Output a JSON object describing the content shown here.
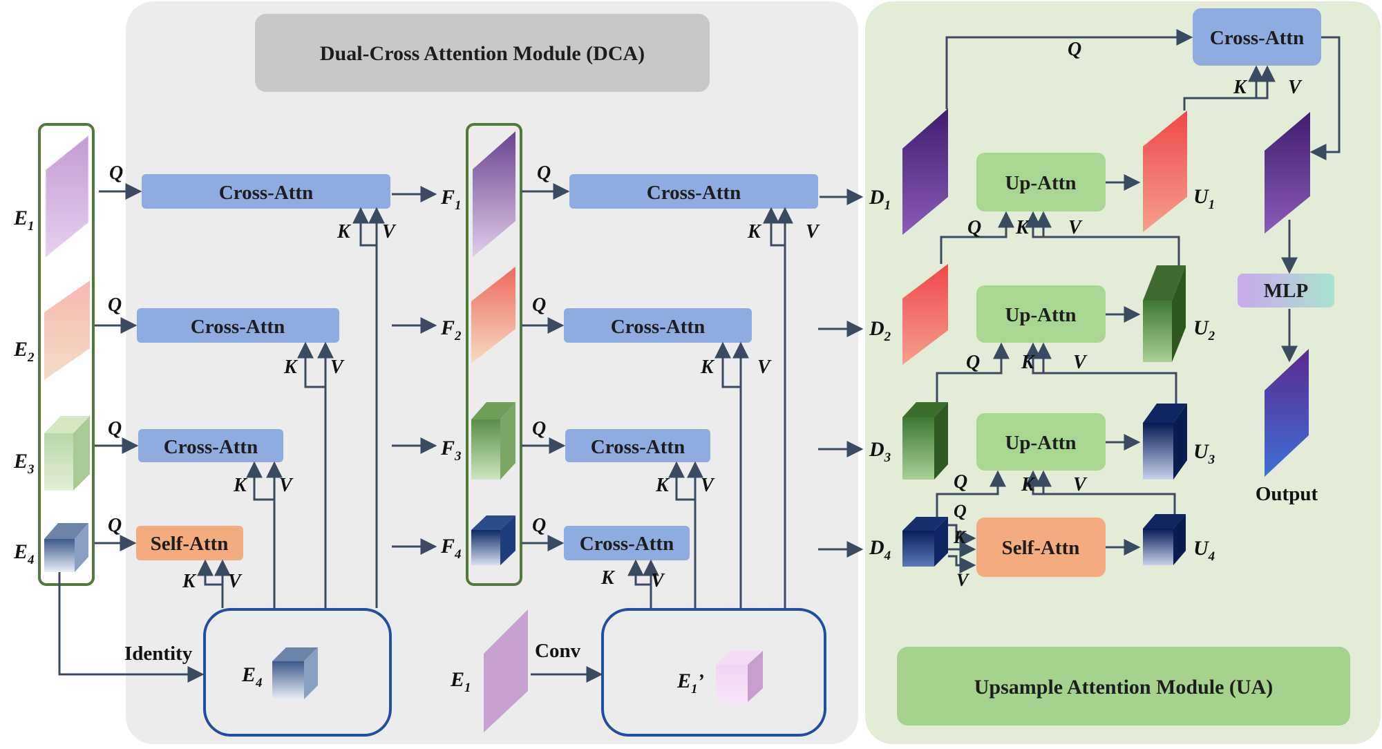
{
  "dca": {
    "title": "Dual-Cross Attention Module (DCA)"
  },
  "ua": {
    "title": "Upsample Attention Module (UA)"
  },
  "blocks": {
    "cross_attn": "Cross-Attn",
    "self_attn": "Self-Attn",
    "up_attn": "Up-Attn",
    "mlp": "MLP"
  },
  "letters": {
    "q": "Q",
    "k": "K",
    "v": "V",
    "e": "E",
    "f": "F",
    "d": "D",
    "u": "U",
    "prime": "’"
  },
  "subscripts": [
    "1",
    "2",
    "3",
    "4"
  ],
  "labels": {
    "identity": "Identity",
    "conv": "Conv",
    "output": "Output"
  },
  "colors": {
    "dca_bg": "#ececec",
    "ua_bg": "#e2ecd6",
    "title_box": "#c8c8c8",
    "ua_title_box": "#a5d28c",
    "cross_attn": "#8eacdf",
    "self_attn": "#f4ab7f",
    "up_attn": "#a9d690",
    "group_outline": "#4f7a3a",
    "embed_outline": "#1f4ea3",
    "arrow": "#3a4a60"
  }
}
